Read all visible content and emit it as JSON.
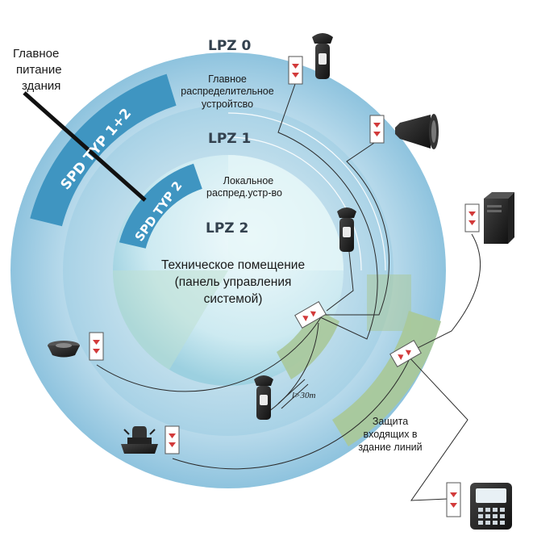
{
  "zones": {
    "lpz0": "LPZ 0",
    "lpz1": "LPZ 1",
    "lpz2": "LPZ 2"
  },
  "spd": {
    "outer": "SPD TYP 1+2",
    "inner": "SPD TYP 2"
  },
  "labels": {
    "main_power": [
      "Главное",
      "питание",
      "здания"
    ],
    "main_distributor": [
      "Главное",
      "распределительное",
      "устройтсво"
    ],
    "local_distributor": [
      "Локальное",
      "распред.устр-во"
    ],
    "tech_room": [
      "Техническое помещение",
      "(панель управления",
      "системой)"
    ],
    "protection": [
      "Защита",
      "входящих в",
      "здание линий"
    ],
    "distance": "l>30m"
  },
  "colors": {
    "outer_ring": "#c2dcec",
    "middle_ring": "#9ccbe3",
    "core": "#d7eef4",
    "spd_band": "#3f95c1",
    "green_band": "#a9c89a",
    "surge_mark": "#d23a3a"
  },
  "icons": [
    "camera-icon",
    "horn-speaker-icon",
    "server-tower-icon",
    "smoke-detector-icon",
    "beacon-siren-icon",
    "access-terminal-icon"
  ]
}
